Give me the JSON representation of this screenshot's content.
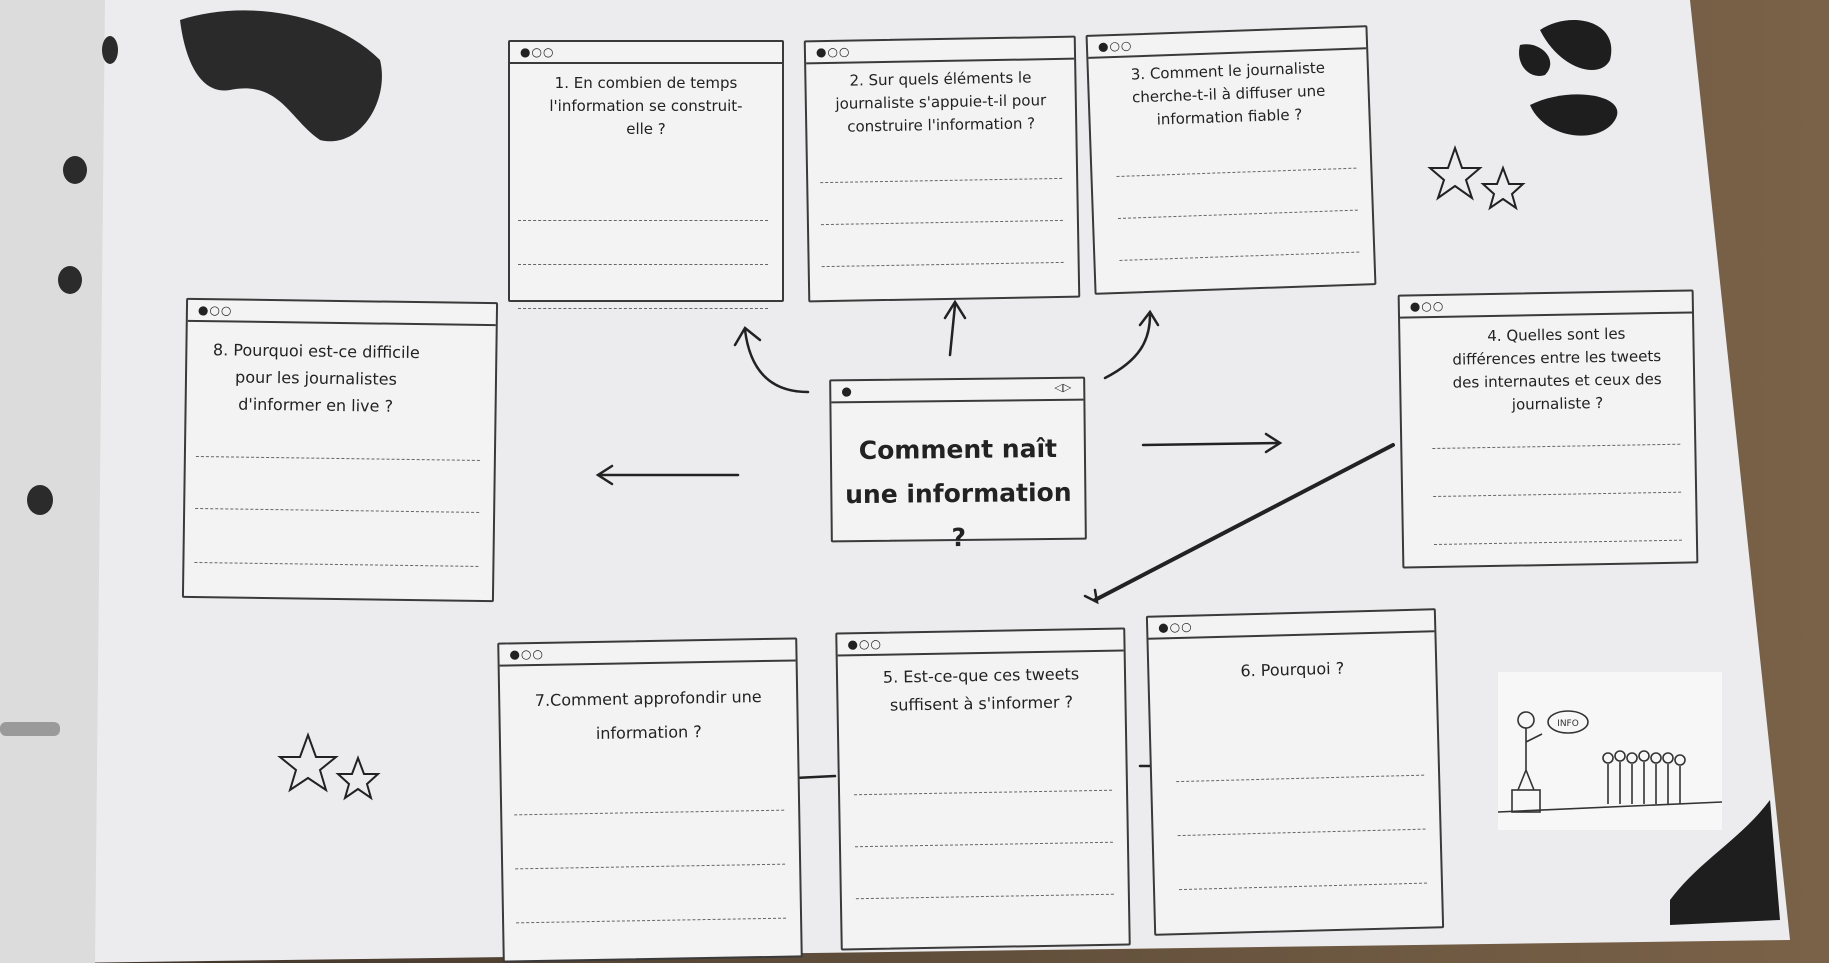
{
  "center": {
    "title": "Comment naît une information ?",
    "nav_glyph": "◁▷"
  },
  "window_dots": "●○○",
  "cards": [
    {
      "id": 1,
      "question": "1. En combien de temps\nl'information se construit-\nelle ?"
    },
    {
      "id": 2,
      "question": "2. Sur quels éléments le\njournaliste s'appuie-t-il pour\nconstruire l'information ?"
    },
    {
      "id": 3,
      "question": "3. Comment le journaliste\ncherche-t-il à diffuser une\ninformation fiable ?"
    },
    {
      "id": 4,
      "question": "4. Quelles sont les\ndifférences entre les tweets\ndes internautes et ceux des\njournaliste ?"
    },
    {
      "id": 5,
      "question": "5. Est-ce-que ces tweets\nsuffisent à s'informer ?"
    },
    {
      "id": 6,
      "question": "6. Pourquoi ?"
    },
    {
      "id": 7,
      "question": "7.Comment approfondir une\ninformation ?"
    },
    {
      "id": 8,
      "question": "8. Pourquoi est-ce difficile\npour les journalistes\nd'informer en live ?"
    }
  ],
  "illustration": {
    "bubble_text": "INFO"
  },
  "icons": {
    "star": "star-icon",
    "arrow": "arrow-icon"
  }
}
